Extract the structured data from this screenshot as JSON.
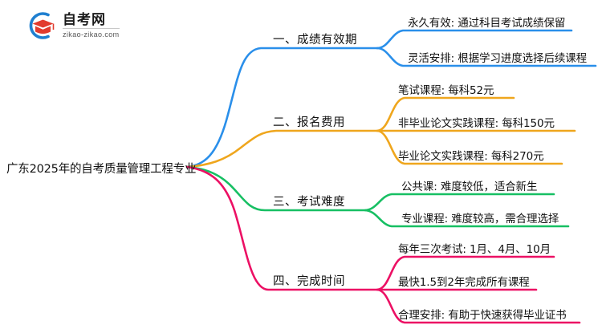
{
  "logo": {
    "title": "自考网",
    "subtitle": "zikao-zikao.com",
    "mark_icon": "graduation-cap-icon",
    "ring_color": "#1F7FD0",
    "cap_color": "#E23B2E"
  },
  "mindmap": {
    "root": {
      "label": "广东2025年的自考质量管理工程专业"
    },
    "branches": [
      {
        "label": "一、成绩有效期",
        "color": "#2A8FEA",
        "children": [
          {
            "label": "永久有效: 通过科目考试成绩保留"
          },
          {
            "label": "灵活安排: 根据学习进度选择后续课程"
          }
        ]
      },
      {
        "label": "二、报名费用",
        "color": "#EFA61D",
        "children": [
          {
            "label": "笔试课程: 每科52元"
          },
          {
            "label": "非毕业论文实践课程: 每科150元"
          },
          {
            "label": "毕业论文实践课程: 每科270元"
          }
        ]
      },
      {
        "label": "三、考试难度",
        "color": "#17BF63",
        "children": [
          {
            "label": "公共课: 难度较低，适合新生"
          },
          {
            "label": "专业课程: 难度较高，需合理选择"
          }
        ]
      },
      {
        "label": "四、完成时间",
        "color": "#EC1064",
        "children": [
          {
            "label": "每年三次考试: 1月、4月、10月"
          },
          {
            "label": "最快1.5到2年完成所有课程"
          },
          {
            "label": "合理安排: 有助于快速获得毕业证书"
          }
        ]
      }
    ]
  }
}
